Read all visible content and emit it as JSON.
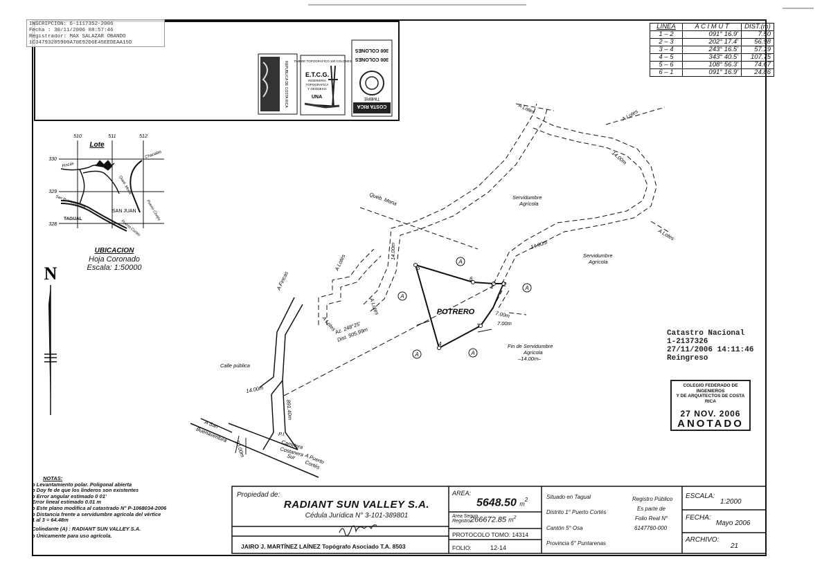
{
  "registro_stamp": {
    "line1": "INSCRIPCION: 6-1117352-2006",
    "line2": "Fecha      : 30/11/2006 08:57:46",
    "line3": "Registrador: MAX SALAZAR OBANDO",
    "line4": "1C34793285900A70E92D6E45EEDEAA15D"
  },
  "stamps": {
    "rep_text": "REPUBLICA DE COSTA RICA",
    "etcg_title": "E.T.C.G.",
    "etcg_sub1": "INGENIERIA",
    "etcg_sub2": "TOPOGRAFICA",
    "etcg_sub3": "Y GEODESIA",
    "etcg_top": "TIMBRE TOPOGRAFICO 100 COLONES",
    "etcg_una": "UNA",
    "timbre_top": "300 COLONES",
    "timbre_bottom": "COSTA RICA",
    "timbre_mid": "TIMBRE"
  },
  "acimut_table": {
    "headers": [
      "LINEA",
      "A C I M U T",
      "DIST.(m)"
    ],
    "rows": [
      [
        "1 – 2",
        "091° 16.9'",
        "7.50"
      ],
      [
        "2 – 3",
        "202° 17.4'",
        "56.98"
      ],
      [
        "3 – 4",
        "243° 16.5'",
        "57.19"
      ],
      [
        "4 – 5",
        "343° 40.5'",
        "107.75"
      ],
      [
        "5 – 6",
        "108° 56.3'",
        "74.67"
      ],
      [
        "6 – 1",
        "091° 16.9'",
        "24.86"
      ]
    ]
  },
  "location_map": {
    "grid_x": [
      "510",
      "511",
      "512"
    ],
    "grid_y": [
      "330",
      "329",
      "328"
    ],
    "lote": "Lote",
    "labels": {
      "fincas": "Fincas",
      "quebmona": "Queb. Mona",
      "chacalas": "Chacalas",
      "sanjuan": "SAN JUAN",
      "tagual": "TAGUAL",
      "sanbuen": "San Buenaventura",
      "puertocortes": "Puerto Cortés",
      "puertocortes2": "Puerto Cortés"
    },
    "ubicacion_title": "UBICACION",
    "hoja": "Hoja Coronado",
    "escala": "Escala: 1:50000",
    "north": "N"
  },
  "plan_labels": {
    "potrero": "POTRERO",
    "a_lotes_1": "A Lotes",
    "a_lotes_2": "A Lotes",
    "a_lotes_3": "A Lotes",
    "a_lotes_4": "A Lotes",
    "a_lotes_5": "A Lotes",
    "a_lotes_6": "A Lotes",
    "a_fincas": "A Fincas",
    "queb_mona": "Queb. Mona",
    "serv1_a": "Servidumbre",
    "serv1_b": "Agrícola",
    "serv2_a": "Servidumbre",
    "serv2_b": "Agrícola",
    "w_14a": "14.00m",
    "w_14b": "14.00m",
    "w_14c": "14.00m",
    "w_14d": "14.00m",
    "w_7a": "7.00m",
    "w_7b": "7.00m",
    "w_50": "50.00m",
    "az": "Az. 248°25'",
    "dist": "Dist. 505.99m",
    "fin_serv_a": "Fin de Servidumbre",
    "fin_serv_b": "Agrícola",
    "fin_serv_c": "–14.00m–",
    "calle_publica": "Calle pública",
    "calle_len": "891.40m",
    "pi": "P.I.",
    "a_san_buen_a": "A San",
    "a_san_buen_b": "Buenaventura",
    "carretera_a": "Carretera",
    "carretera_b": "Costanera",
    "carretera_c": "Sur",
    "a_puerto_a": "A Puerto",
    "a_puerto_b": "Cortés",
    "colindante_mark": "A",
    "v1": "1",
    "v2": "2",
    "v3": "3",
    "v4": "4",
    "v5": "5",
    "v6": "6"
  },
  "catastro": {
    "l1": "Catastro Nacional",
    "l2": "1-2137326",
    "l3": "27/11/2006 14:11:46",
    "l4": "Reingreso"
  },
  "colegio": {
    "l1": "COLEGIO FEDERADO DE INGENIEROS",
    "l2": "Y DE ARQUITECTOS DE COSTA RICA",
    "date": "27 NOV. 2006",
    "anotado": "ANOTADO"
  },
  "notes": {
    "title": "NOTAS:",
    "items": [
      "o  Levantamiento polar. Poligonal abierta",
      "o  Doy fe de que los linderos son existentes",
      "o  Error angular estimado 0 01'",
      "    Error lineal    estimado 0.01 m",
      "o  Este plano modifica al catastrado N° P-1068034-2006",
      "o  Distancia frente a servidumbre agrícola del vértice",
      "    1 al 3 = 64.48m",
      "    Colindante (A) : RADIANT SUN VALLEY S.A.",
      "",
      "o  Únicamente para uso agrícola."
    ]
  },
  "title_block": {
    "propiedad_label": "Propiedad de:",
    "owner": "RADIANT SUN VALLEY S.A.",
    "cedula": "Cédula Jurídica N° 3-101-389801",
    "surveyor": "JAIRO J. MARTÍNEZ LAÍNEZ Topógrafo Asociado T.A. 8503",
    "area_label": "AREA:",
    "area_value": "5648.50",
    "area_unit": "m",
    "area_sup": "2",
    "area_reg_label1": "Area Segun",
    "area_reg_label2": "Registro:",
    "area_reg_value": "266672.85",
    "area_reg_unit": "m",
    "area_reg_sup": "2",
    "protocolo": "PROTOCOLO TOMO: 14314",
    "folio_label": "FOLIO:",
    "folio_value": "12-14",
    "situado": "Situado en Tagual",
    "distrito": "Distrito 1° Puerto Cortés",
    "canton": "Cantón 5° Osa",
    "provincia": "Provincia 6° Puntarenas",
    "reg1": "Registro Público",
    "reg2": "Es parte de",
    "reg3": "Folio Real N°",
    "reg4": "6147760-000",
    "escala_label": "ESCALA:",
    "escala_value": "1:2000",
    "fecha_label": "FECHA:",
    "fecha_value": "Mayo 2006",
    "archivo_label": "ARCHIVO:",
    "archivo_value": "21"
  }
}
